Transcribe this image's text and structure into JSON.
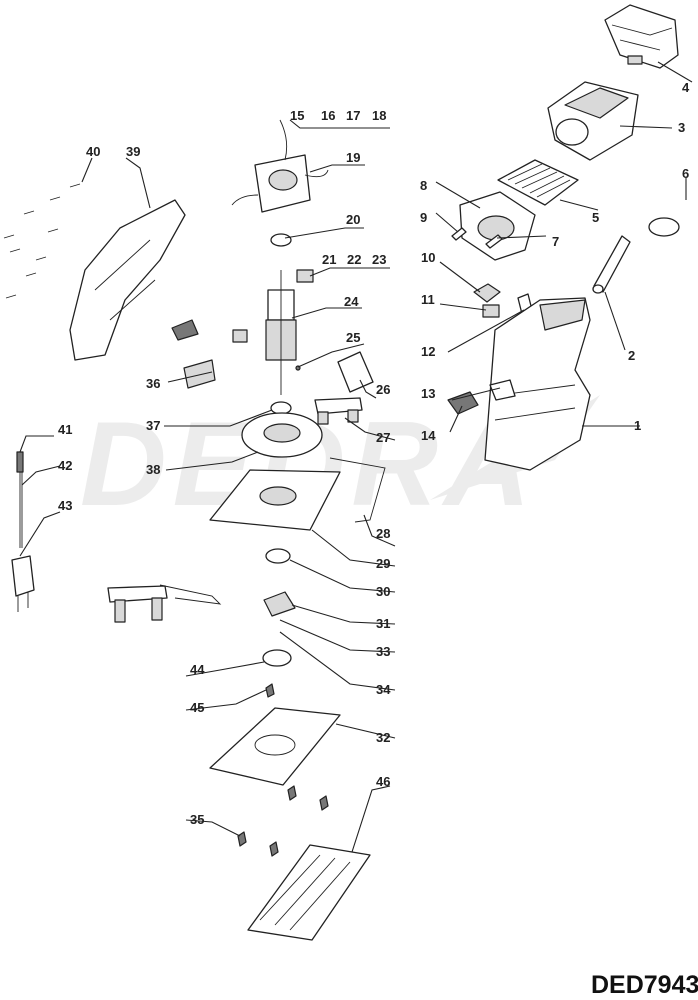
{
  "watermark": "DEDRA",
  "model_code": "DED7943",
  "part_labels": [
    "1",
    "2",
    "3",
    "4",
    "5",
    "6",
    "7",
    "8",
    "9",
    "10",
    "11",
    "12",
    "13",
    "14",
    "15",
    "16",
    "17",
    "18",
    "19",
    "20",
    "21",
    "22",
    "23",
    "24",
    "25",
    "26",
    "27",
    "28",
    "29",
    "30",
    "31",
    "32",
    "33",
    "34",
    "35",
    "36",
    "37",
    "38",
    "39",
    "40",
    "41",
    "42",
    "43",
    "44",
    "45",
    "46"
  ]
}
